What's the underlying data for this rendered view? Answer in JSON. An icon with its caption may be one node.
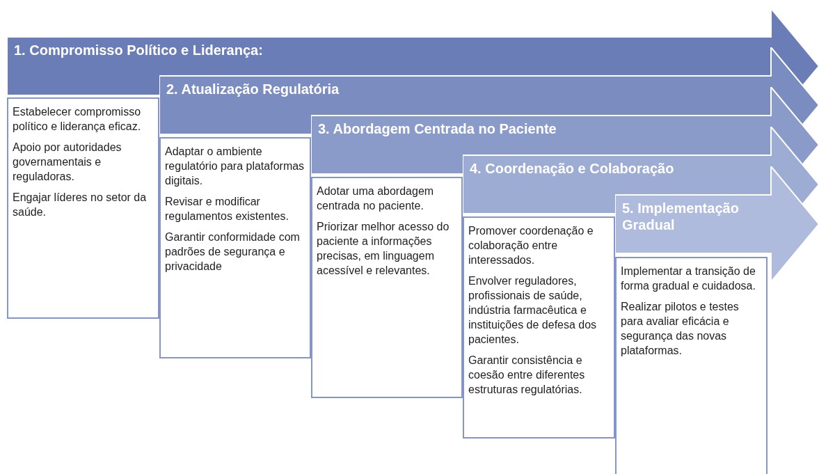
{
  "diagram": {
    "nodes": [
      {
        "text": [
          "1. Compromisso Político e Liderança:"
        ]
      },
      {
        "text": [
          "Estabelecer compromisso político e liderança eficaz.",
          "Apoio por autoridades governamentais e reguladoras.",
          "Engajar líderes no setor da saúde."
        ]
      },
      {
        "text": [
          "2. Atualização Regulatória"
        ]
      },
      {
        "text": [
          "Adaptar o ambiente regulatório para plataformas digitais.",
          "Revisar e modificar regulamentos existentes.",
          "Garantir conformidade com padrões de segurança e privacidade"
        ]
      },
      {
        "text": [
          "3. Abordagem Centrada no Paciente"
        ]
      },
      {
        "text": [
          "Adotar uma abordagem centrada no paciente.",
          "Priorizar melhor acesso do paciente a informações precisas, em linguagem acessível e relevantes."
        ]
      },
      {
        "text": [
          "4. Coordenação e Colaboração"
        ]
      },
      {
        "text": [
          "Promover coordenação e colaboração entre interessados.",
          "Envolver reguladores, profissionais de saúde, indústria farmacêutica e instituições de defesa dos pacientes.",
          "Garantir consistência e coesão entre diferentes estruturas regulatórias."
        ]
      },
      {
        "text": [
          "5. Implementação Gradual"
        ]
      },
      {
        "text": [
          "Implementar a transição de forma gradual e cuidadosa.",
          "Realizar pilotos e testes para avaliar eficácia e segurança das novas plataformas."
        ]
      }
    ]
  }
}
